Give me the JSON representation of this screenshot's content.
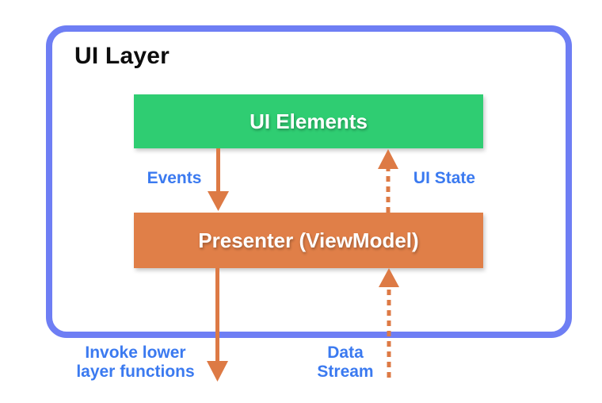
{
  "colors": {
    "canvas_bg": "#ffffff",
    "layer_border": "#6e7ef4",
    "green_box": "#2fcd72",
    "orange_box": "#e07f48",
    "arrow_orange": "#dd7a45",
    "label_blue": "#3b7af0",
    "title_black": "#0d0d0d",
    "box_text": "#ffffff"
  },
  "layer": {
    "title": "UI Layer"
  },
  "boxes": {
    "ui_elements": {
      "label": "UI Elements"
    },
    "presenter": {
      "label": "Presenter (ViewModel)"
    }
  },
  "arrows": {
    "events": {
      "label": "Events",
      "style": "solid",
      "direction": "down",
      "from": "UI Elements",
      "to": "Presenter (ViewModel)"
    },
    "ui_state": {
      "label": "UI State",
      "style": "dashed",
      "direction": "up",
      "from": "Presenter (ViewModel)",
      "to": "UI Elements"
    },
    "invoke": {
      "label": "Invoke lower layer functions",
      "style": "solid",
      "direction": "down",
      "from": "Presenter (ViewModel)",
      "to": "lower layers"
    },
    "data_stream": {
      "label": "Data Stream",
      "style": "dashed",
      "direction": "up",
      "from": "lower layers",
      "to": "Presenter (ViewModel)"
    }
  }
}
